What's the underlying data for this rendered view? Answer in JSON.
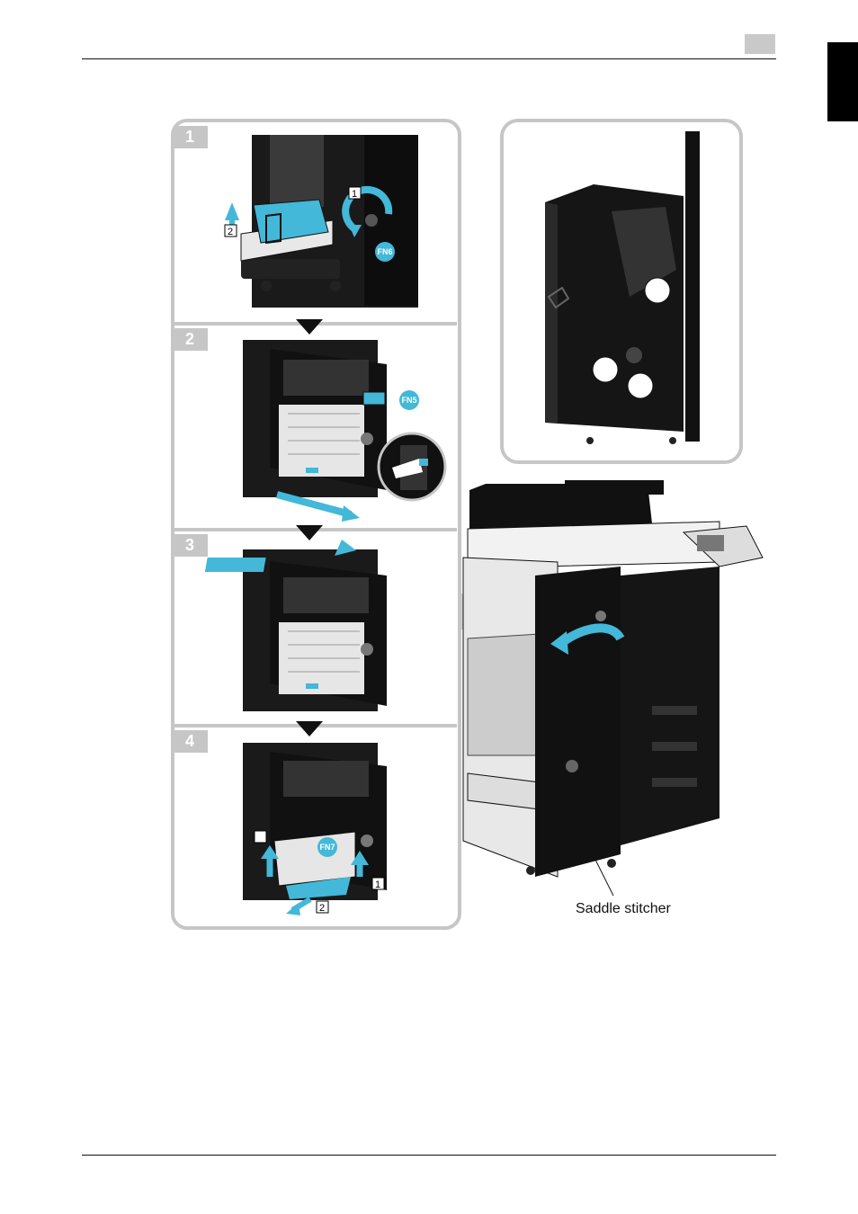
{
  "steps": [
    {
      "label": "1",
      "fn_label": "FN6",
      "callouts": [
        "1",
        "2"
      ]
    },
    {
      "label": "2",
      "fn_label": "FN5"
    },
    {
      "label": "3"
    },
    {
      "label": "4",
      "fn_label": "FN7",
      "callouts": [
        "1",
        "2"
      ]
    }
  ],
  "caption": "Saddle stitcher",
  "colors": {
    "accent": "#43b8d8",
    "frame": "#c6c6c6",
    "machine": "#111111"
  }
}
